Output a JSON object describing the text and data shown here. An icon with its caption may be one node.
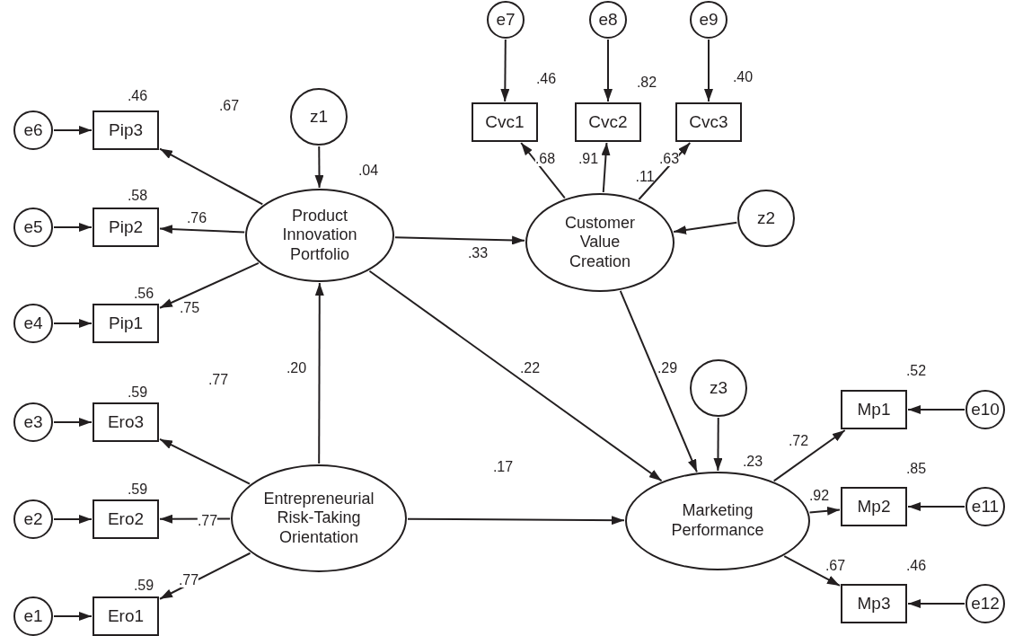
{
  "diagram": {
    "nodes": [
      {
        "text": [
          "e6"
        ]
      },
      {
        "text": [
          "Pip3"
        ],
        "beside": [
          ".46"
        ]
      },
      {
        "text": [
          "e5"
        ]
      },
      {
        "text": [
          "Pip2"
        ],
        "beside": [
          ".58"
        ]
      },
      {
        "text": [
          "e4"
        ]
      },
      {
        "text": [
          "Pip1"
        ],
        "beside": [
          ".56"
        ]
      },
      {
        "text": [
          "e3"
        ]
      },
      {
        "text": [
          "Ero3"
        ],
        "beside": [
          ".59"
        ]
      },
      {
        "text": [
          "e2"
        ]
      },
      {
        "text": [
          "Ero2"
        ],
        "beside": [
          ".59"
        ]
      },
      {
        "text": [
          "e1"
        ]
      },
      {
        "text": [
          "Ero1"
        ],
        "beside": [
          ".59"
        ]
      },
      {
        "text": [
          "z1"
        ]
      },
      {
        "text": [
          "Product Innovation Portfolio"
        ],
        "beside": [
          ".04"
        ]
      },
      {
        "text": [
          "Entrepreneurial Risk-Taking Orientation"
        ]
      },
      {
        "text": [
          "e7"
        ]
      },
      {
        "text": [
          "Cvc1"
        ],
        "beside": [
          ".46"
        ]
      },
      {
        "text": [
          "e8"
        ]
      },
      {
        "text": [
          "Cvc2"
        ],
        "beside": [
          ".82"
        ]
      },
      {
        "text": [
          "e9"
        ]
      },
      {
        "text": [
          "Cvc3"
        ],
        "beside": [
          ".40"
        ]
      },
      {
        "text": [
          "Customer Value Creation"
        ],
        "beside": [
          ".11"
        ]
      },
      {
        "text": [
          "z2"
        ]
      },
      {
        "text": [
          "z3"
        ]
      },
      {
        "text": [
          "Marketing Performance"
        ],
        "beside": [
          ".23"
        ]
      },
      {
        "text": [
          "Mp1"
        ],
        "beside": [
          ".52"
        ]
      },
      {
        "text": [
          "e10"
        ]
      },
      {
        "text": [
          "Mp2"
        ],
        "beside": [
          ".85"
        ]
      },
      {
        "text": [
          "e11"
        ]
      },
      {
        "text": [
          "Mp3"
        ],
        "beside": [
          ".46"
        ]
      },
      {
        "text": [
          "e12"
        ]
      }
    ],
    "edges": [
      {
        "from": 0,
        "to": 1,
        "arrow": "to"
      },
      {
        "from": 2,
        "to": 3,
        "arrow": "to"
      },
      {
        "from": 4,
        "to": 5,
        "arrow": "to"
      },
      {
        "from": 6,
        "to": 7,
        "arrow": "to"
      },
      {
        "from": 8,
        "to": 9,
        "arrow": "to"
      },
      {
        "from": 10,
        "to": 11,
        "arrow": "to"
      },
      {
        "from": 13,
        "to": 1,
        "arrow": "to",
        "label": ".67"
      },
      {
        "from": 13,
        "to": 3,
        "arrow": "to",
        "label": ".76"
      },
      {
        "from": 13,
        "to": 5,
        "arrow": "to",
        "label": ".75"
      },
      {
        "from": 12,
        "to": 13,
        "arrow": "to"
      },
      {
        "from": 14,
        "to": 13,
        "arrow": "to",
        "label": ".20"
      },
      {
        "from": 14,
        "to": 7,
        "arrow": "to",
        "label": ".77"
      },
      {
        "from": 14,
        "to": 9,
        "arrow": "to",
        "label": ".77"
      },
      {
        "from": 14,
        "to": 11,
        "arrow": "to",
        "label": ".77"
      },
      {
        "from": 13,
        "to": 21,
        "arrow": "to",
        "label": ".33"
      },
      {
        "from": 13,
        "to": 24,
        "arrow": "to",
        "label": ".22"
      },
      {
        "from": 14,
        "to": 24,
        "arrow": "to",
        "label": ".17"
      },
      {
        "from": 15,
        "to": 16,
        "arrow": "to"
      },
      {
        "from": 17,
        "to": 18,
        "arrow": "to"
      },
      {
        "from": 19,
        "to": 20,
        "arrow": "to"
      },
      {
        "from": 21,
        "to": 16,
        "arrow": "to",
        "label": ".68"
      },
      {
        "from": 21,
        "to": 18,
        "arrow": "to",
        "label": ".91"
      },
      {
        "from": 21,
        "to": 20,
        "arrow": "to",
        "label": ".63"
      },
      {
        "from": 22,
        "to": 21,
        "arrow": "to"
      },
      {
        "from": 21,
        "to": 24,
        "arrow": "to",
        "label": ".29"
      },
      {
        "from": 23,
        "to": 24,
        "arrow": "to"
      },
      {
        "from": 24,
        "to": 25,
        "arrow": "to",
        "label": ".72"
      },
      {
        "from": 24,
        "to": 27,
        "arrow": "to",
        "label": ".92"
      },
      {
        "from": 24,
        "to": 29,
        "arrow": "to",
        "label": ".67"
      },
      {
        "from": 26,
        "to": 25,
        "arrow": "to"
      },
      {
        "from": 28,
        "to": 27,
        "arrow": "to"
      },
      {
        "from": 30,
        "to": 29,
        "arrow": "to"
      }
    ]
  }
}
